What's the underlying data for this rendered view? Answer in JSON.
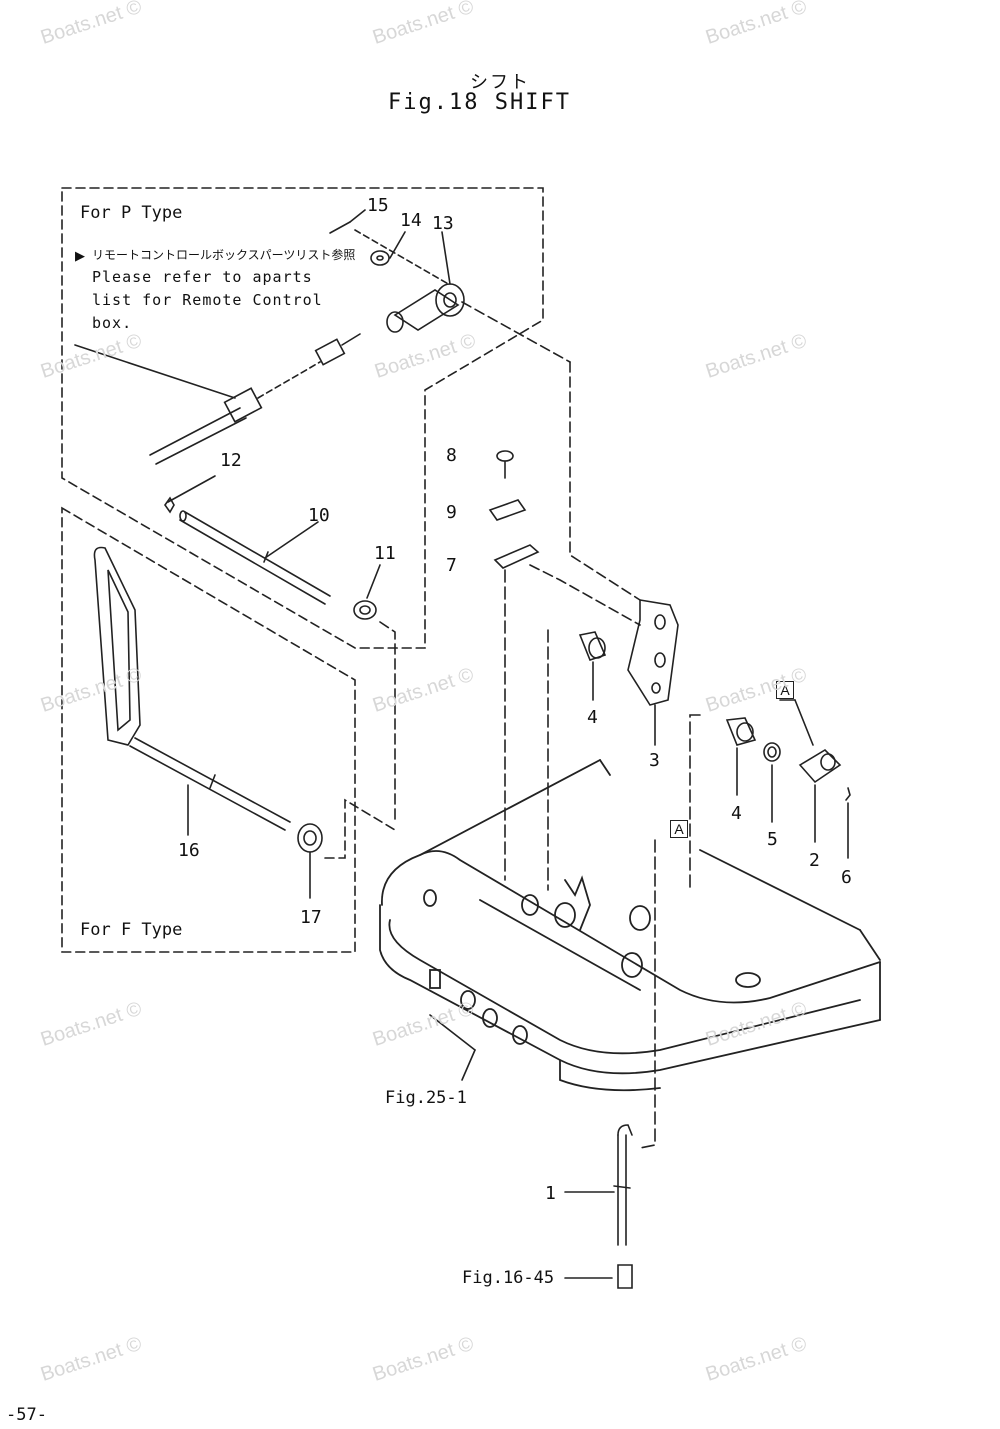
{
  "header": {
    "title_jp": "シフト",
    "title": "Fig.18 SHIFT"
  },
  "panels": {
    "p_type_label": "For P Type",
    "f_type_label": "For F Type",
    "note_jp": "リモートコントロールボックスパーツリスト参照",
    "note_lines": [
      "Please refer to aparts",
      "list for Remote Control",
      "box."
    ]
  },
  "callouts": {
    "n1": "1",
    "n2": "2",
    "n3": "3",
    "n4a": "4",
    "n4b": "4",
    "n5": "5",
    "n6": "6",
    "n7": "7",
    "n8": "8",
    "n9": "9",
    "n10": "10",
    "n11": "11",
    "n12": "12",
    "n13": "13",
    "n14": "14",
    "n15": "15",
    "n16": "16",
    "n17": "17"
  },
  "markers": {
    "a1": "A",
    "a2": "A"
  },
  "refs": {
    "fig25": "Fig.25-1",
    "fig16": "Fig.16-45"
  },
  "watermark": "Boats.net ©",
  "footer": {
    "page": "-57-"
  }
}
